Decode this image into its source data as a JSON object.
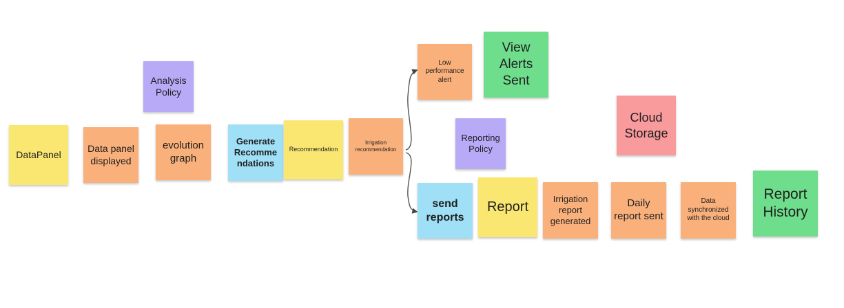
{
  "notes": {
    "datapanel": "DataPanel",
    "data_panel_displayed": "Data panel displayed",
    "evolution_graph": "evolution graph",
    "analysis_policy": "Analysis Policy",
    "generate_recommendations": "Generate Recomme ndations",
    "recommendation": "Recommendation",
    "irrigation_recommendation": "Irrigation recommendation",
    "low_performance_alert": "Low performance alert",
    "view_alerts_sent": "View Alerts Sent",
    "reporting_policy": "Reporting Policy",
    "cloud_storage": "Cloud Storage",
    "send_reports": "send reports",
    "report": "Report",
    "irrigation_report_generated": "Irrigation report generated",
    "daily_report_sent": "Daily report sent",
    "data_synchronized": "Data synchronized with the cloud",
    "report_history": "Report History"
  },
  "colors": {
    "yellow": "#fae772",
    "orange": "#f9b07b",
    "purple": "#b9aaf7",
    "blue": "#9fe0f7",
    "green": "#6fde8c",
    "red": "#f99a9d",
    "connector": "#555555"
  }
}
